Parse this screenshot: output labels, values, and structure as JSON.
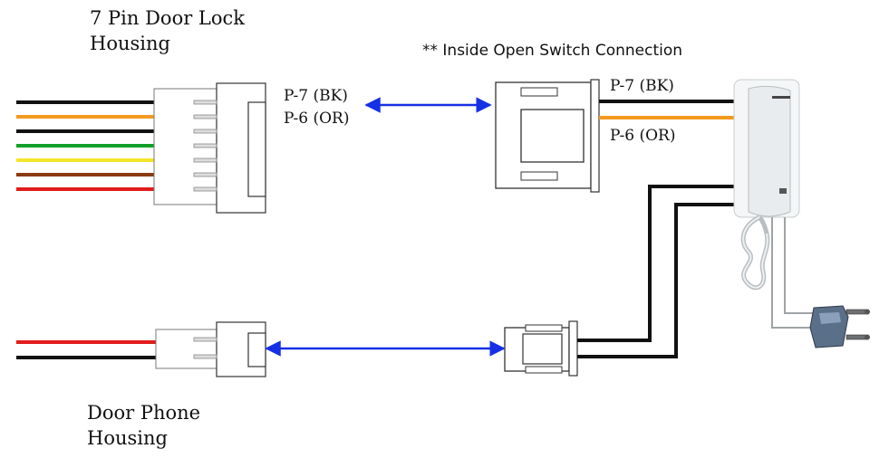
{
  "labels": {
    "door_lock_housing": [
      "7 Pin Door Lock",
      "Housing"
    ],
    "door_phone_housing": [
      "Door Phone",
      "Housing"
    ],
    "switch_connection": "** Inside Open Switch Connection",
    "left_pin_7": "P-7 (BK)",
    "left_pin_6": "P-6 (OR)",
    "right_pin_7": "P-7 (BK)",
    "right_pin_6": "P-6 (OR)"
  },
  "wire_colors": {
    "black": "#111111",
    "orange": "#f39a1e",
    "green": "#12a02a",
    "yellow": "#f3e62a",
    "brown": "#8b3a12",
    "red": "#e11b1b",
    "arrow_blue": "#1630e6"
  },
  "lock_wires": [
    "black",
    "orange",
    "black",
    "green",
    "yellow",
    "brown",
    "red"
  ],
  "phone_wires": [
    "red",
    "black"
  ],
  "icons": [
    "intercom-handset-icon",
    "power-plug-icon"
  ]
}
